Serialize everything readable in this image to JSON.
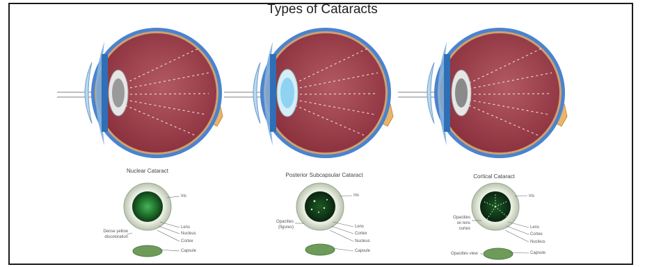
{
  "title": "Types of Cataracts",
  "panels": [
    {
      "label": "Nuclear Cataract",
      "callouts_left": [
        "Dense yellow",
        "discoloration"
      ],
      "callouts_right": [
        "Iris",
        "Lens",
        "Nucleus",
        "Cortex",
        "Capsule"
      ]
    },
    {
      "label": "Posterior Subcapsular Cataract",
      "callouts_left": [
        "Opacities",
        "(figures)"
      ],
      "callouts_right": [
        "Iris",
        "Lens",
        "Cortex",
        "Nucleus",
        "Capsule"
      ]
    },
    {
      "label": "Cortical Cataract",
      "callouts_left": [
        "Opacities",
        "on lens",
        "cortex"
      ],
      "callouts_right": [
        "Iris",
        "Lens",
        "Cortex",
        "Nucleus",
        "Capsule"
      ],
      "callout_bottom_left": "Opacities view"
    }
  ],
  "colors": {
    "sclera_outer": "#3d79c9",
    "eye_interior": "#a8444f",
    "retina_line": "#e6a040",
    "optic_nerve": "#e9b56a",
    "cornea": "#9cc8e6",
    "iris": "#9a6a6a",
    "lens_gray": "#a8a8a8",
    "lens_blue": "#8ed4f2",
    "pupil_green": "#1f7a2a",
    "lens_side_green": "#6e9b5a",
    "frame": "#1a1a1a"
  }
}
